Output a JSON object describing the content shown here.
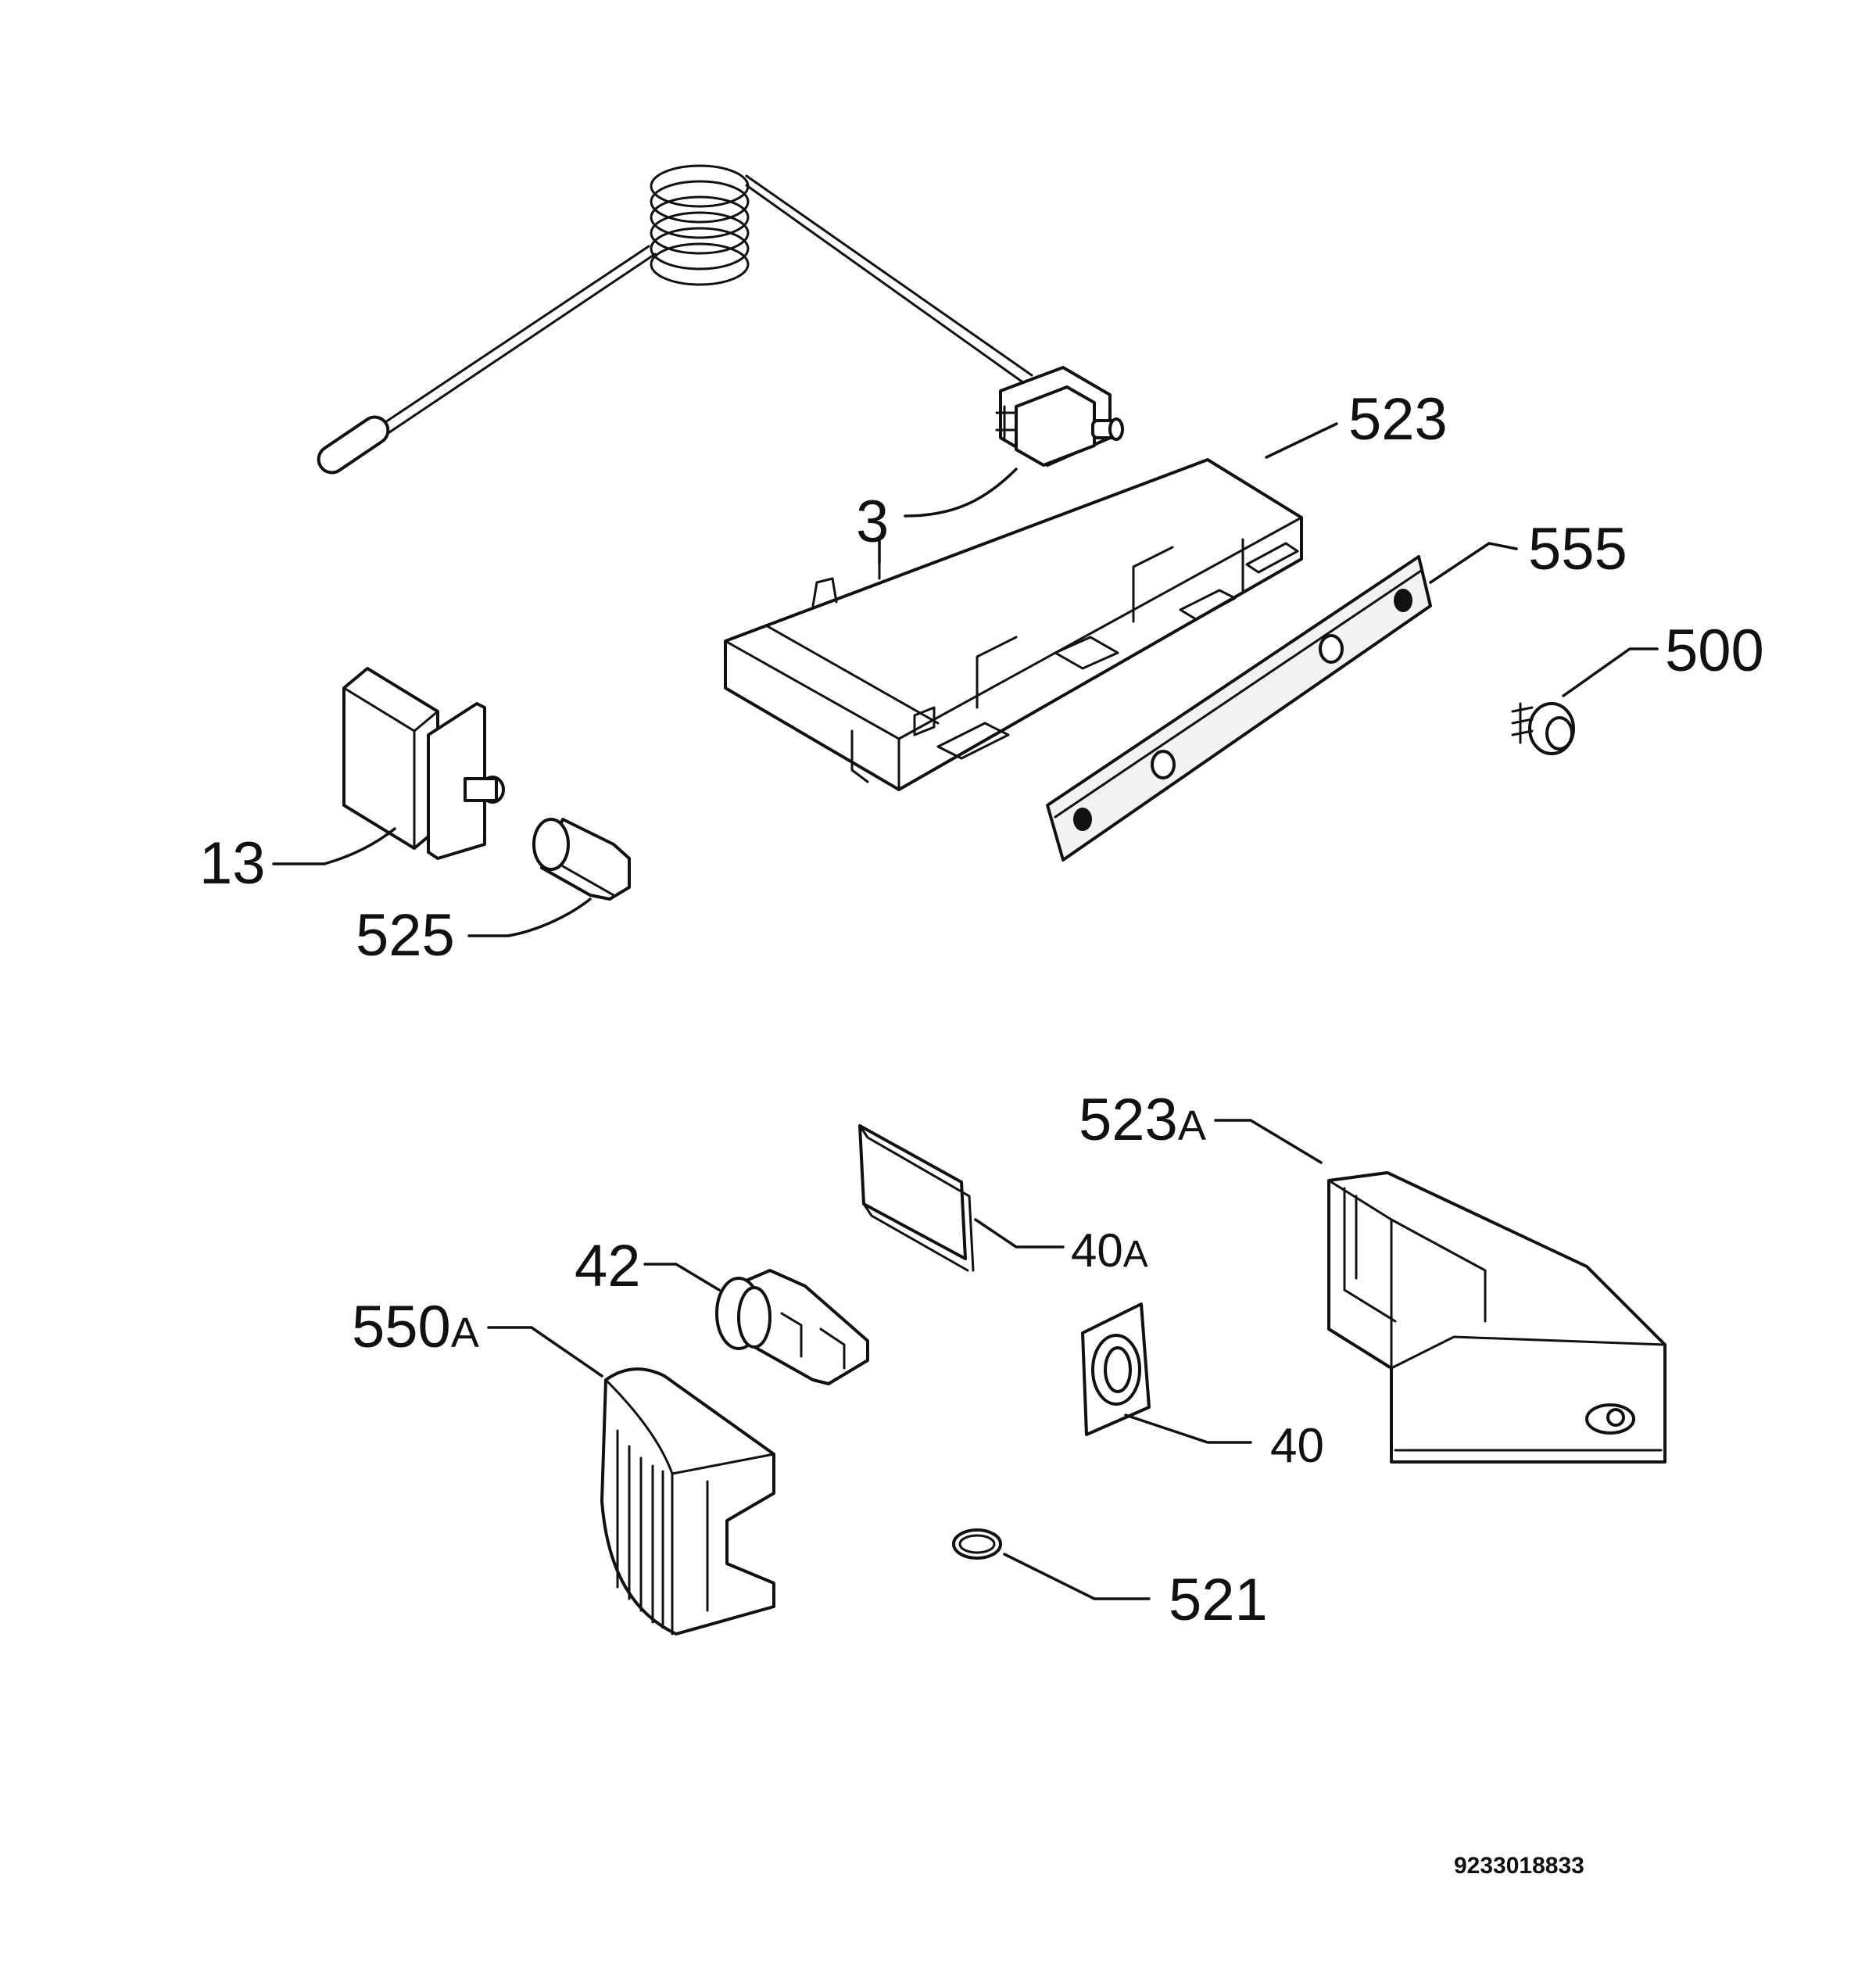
{
  "callouts": {
    "c3": "3",
    "c13": "13",
    "c523": "523",
    "c555": "555",
    "c500": "500",
    "c525": "525",
    "c523a_num": "523",
    "c523a_suffix": "A",
    "c40a_num": "40",
    "c40a_suffix": "A",
    "c42": "42",
    "c550a_num": "550",
    "c550a_suffix": "A",
    "c40": "40",
    "c521": "521"
  },
  "document_number": "9233018833"
}
